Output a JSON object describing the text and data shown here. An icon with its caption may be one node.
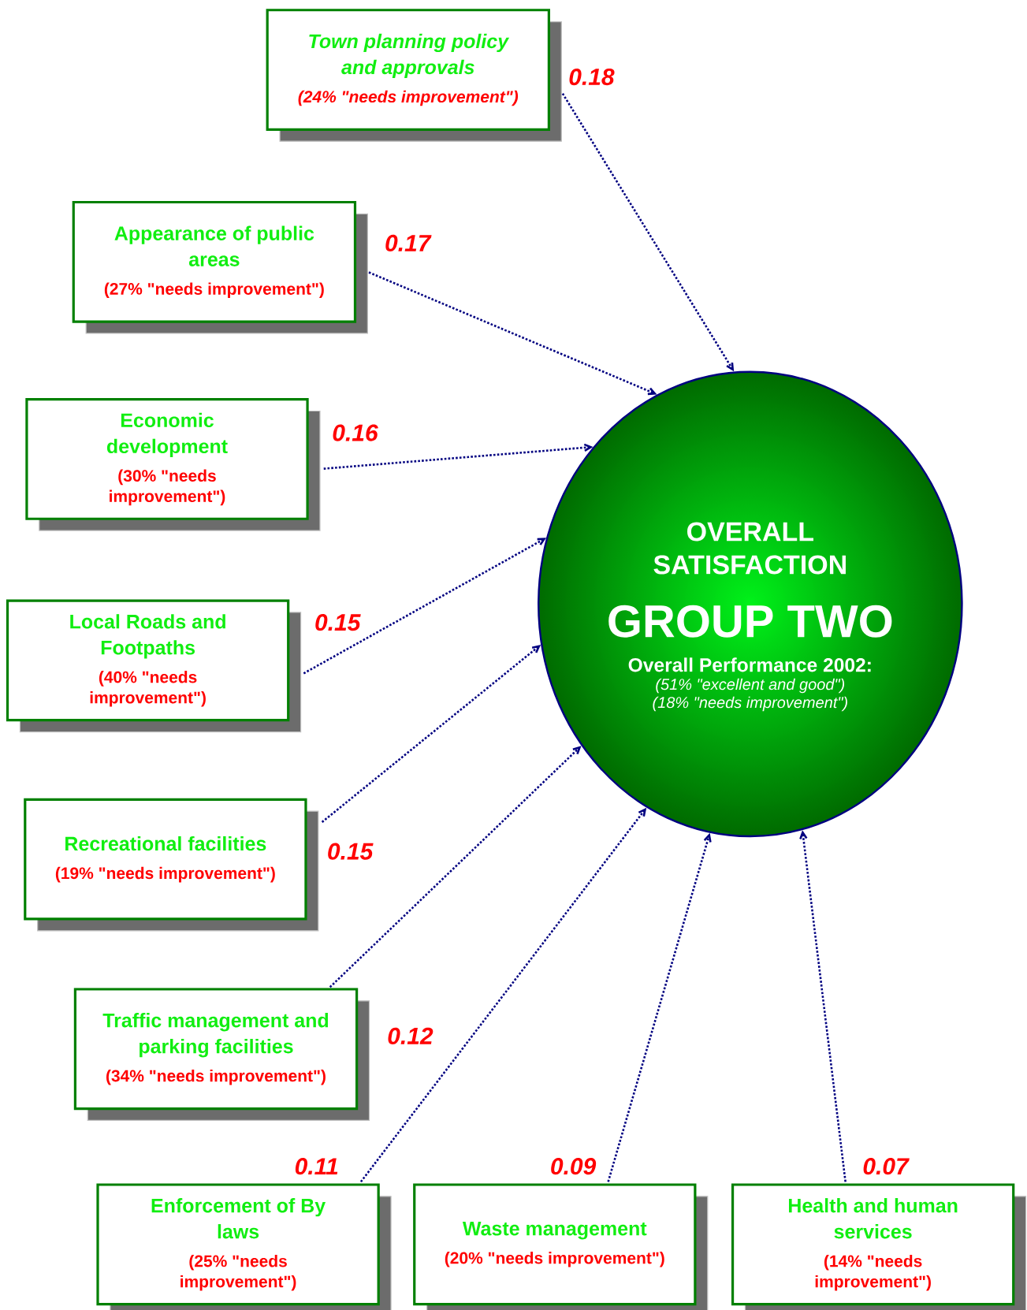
{
  "diagram": {
    "nodes": [
      {
        "text": [
          "Town planning policy and approvals",
          "(24% \"needs improvement\")"
        ]
      },
      {
        "text": [
          "Appearance of public areas",
          "(27% \"needs improvement\")"
        ]
      },
      {
        "text": [
          "Economic development",
          "(30% \"needs improvement\")"
        ]
      },
      {
        "text": [
          "Local Roads and Footpaths",
          "(40% \"needs improvement\")"
        ]
      },
      {
        "text": [
          "Recreational facilities",
          "(19% \"needs improvement\")"
        ]
      },
      {
        "text": [
          "Traffic management and parking facilities",
          "(34% \"needs improvement\")"
        ]
      },
      {
        "text": [
          "Enforcement of By laws",
          "(25% \"needs improvement\")"
        ]
      },
      {
        "text": [
          "Waste management",
          "(20% \"needs improvement\")"
        ]
      },
      {
        "text": [
          "Health and human services",
          "(14% \"needs improvement\")"
        ]
      },
      {
        "text": [
          "OVERALL SATISFACTION",
          "GROUP TWO",
          "Overall Performance 2002:",
          "(51% \"excellent and good\")",
          "(18% \"needs improvement\")"
        ]
      }
    ],
    "edges": [
      {
        "from": 0,
        "to": 9,
        "arrow": "to",
        "label": "0.18"
      },
      {
        "from": 1,
        "to": 9,
        "arrow": "to",
        "label": "0.17"
      },
      {
        "from": 2,
        "to": 9,
        "arrow": "to",
        "label": "0.16"
      },
      {
        "from": 3,
        "to": 9,
        "arrow": "to",
        "label": "0.15"
      },
      {
        "from": 4,
        "to": 9,
        "arrow": "to",
        "label": "0.15"
      },
      {
        "from": 5,
        "to": 9,
        "arrow": "to",
        "label": "0.12"
      },
      {
        "from": 6,
        "to": 9,
        "arrow": "to",
        "label": "0.11"
      },
      {
        "from": 7,
        "to": 9,
        "arrow": "to",
        "label": "0.09"
      },
      {
        "from": 8,
        "to": 9,
        "arrow": "to",
        "label": "0.07"
      }
    ]
  }
}
